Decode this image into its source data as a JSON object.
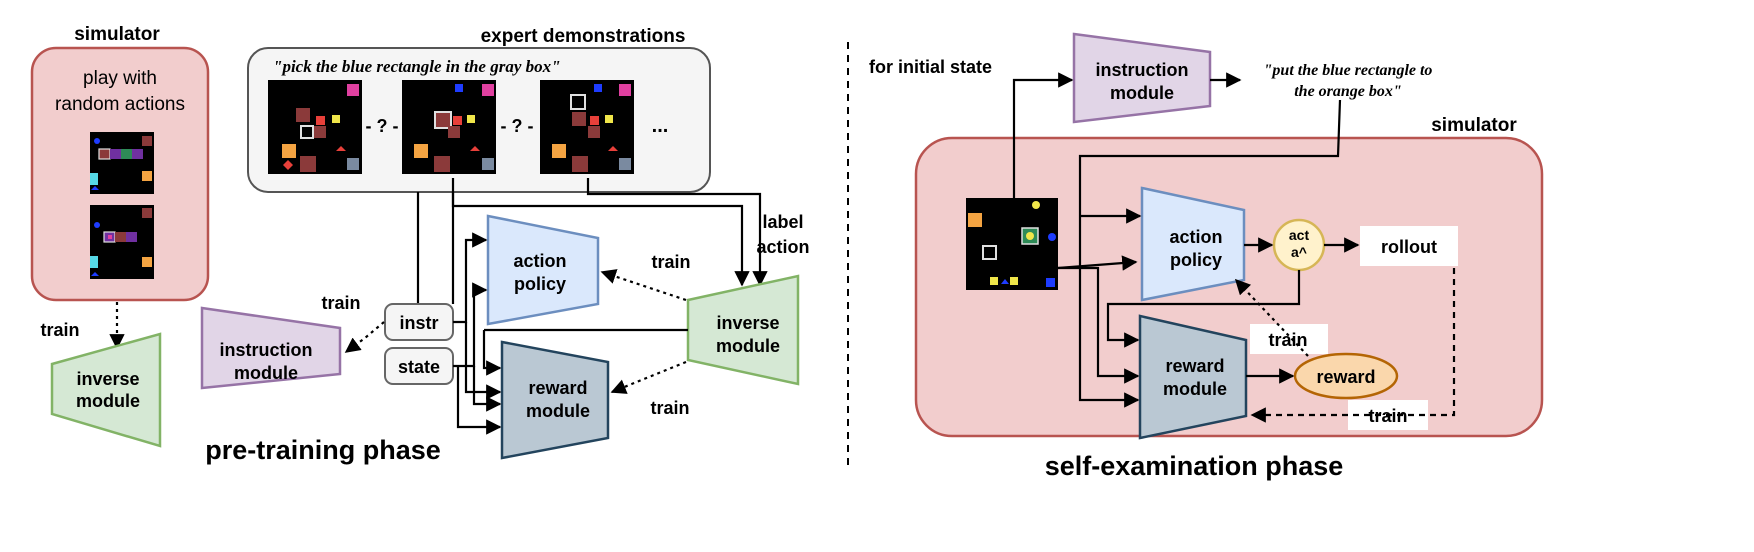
{
  "pretraining": {
    "phase_title": "pre-training phase",
    "simulator_title": "simulator",
    "simulator_caption_l1": "play with",
    "simulator_caption_l2": "random actions",
    "train_left": "train",
    "inverse_left_l1": "inverse",
    "inverse_left_l2": "module",
    "expert_title": "expert demonstrations",
    "expert_quote": "\"pick the blue rectangle in the gray box\"",
    "unknown_action_1": "- ? -",
    "unknown_action_2": "- ? -",
    "ellipsis": "...",
    "label_action_l1": "label",
    "label_action_l2": "action",
    "instr_label": "instr",
    "state_label": "state",
    "train_instruction": "train",
    "train_action": "train",
    "train_reward": "train",
    "instruction_module_l1": "instruction",
    "instruction_module_l2": "module",
    "action_policy_l1": "action",
    "action_policy_l2": "policy",
    "inverse_module_l1": "inverse",
    "inverse_module_l2": "module",
    "reward_module_l1": "reward",
    "reward_module_l2": "module"
  },
  "self_examination": {
    "phase_title": "self-examination phase",
    "for_initial_state": "for initial state",
    "instruction_module_l1": "instruction",
    "instruction_module_l2": "module",
    "generated_quote_l1": "\"put the blue rectangle to",
    "generated_quote_l2": "the orange box\"",
    "simulator_title": "simulator",
    "action_policy_l1": "action",
    "action_policy_l2": "policy",
    "act_l1": "act",
    "act_l2": "a^",
    "rollout": "rollout",
    "train_policy": "train",
    "reward_module_l1": "reward",
    "reward_module_l2": "module",
    "reward": "reward",
    "train_reward": "train"
  },
  "colors": {
    "simulator_fill": "#f2cdcd",
    "simulator_stroke": "#b85450",
    "instruction_fill": "#e1d5e7",
    "instruction_stroke": "#9673a6",
    "policy_fill": "#dae8fc",
    "policy_stroke": "#6c8ebf",
    "inverse_fill": "#d5e8d4",
    "inverse_stroke": "#82b366",
    "reward_fill": "#bac8d3",
    "reward_stroke": "#23445d",
    "reward_oval_fill": "#fad7ac",
    "reward_oval_stroke": "#b46504",
    "act_fill": "#fff2cc",
    "act_stroke": "#d6b656",
    "demo_panel_fill": "#f5f5f5"
  }
}
